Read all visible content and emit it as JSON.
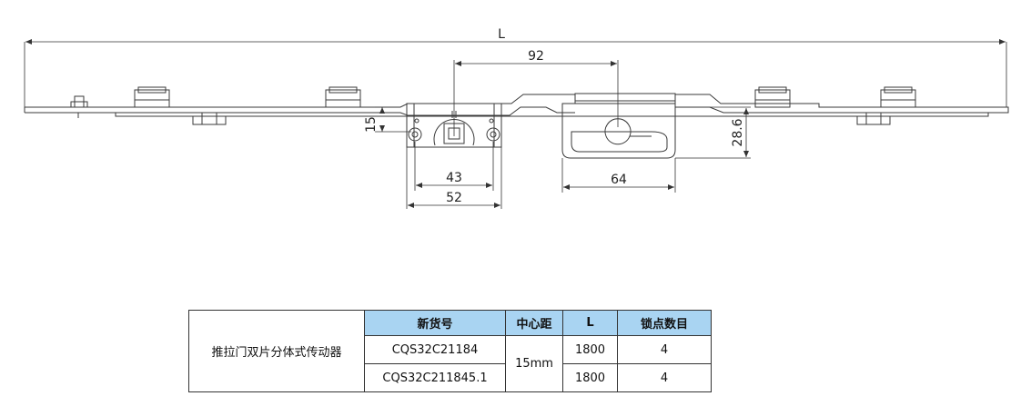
{
  "drawing": {
    "dimensions": {
      "overall_length": "L",
      "hook_to_keeper": "92",
      "backset": "15",
      "keeper_height": "28.6",
      "inner_width": "43",
      "outer_width": "52",
      "keeper_width": "64"
    }
  },
  "table": {
    "product_name": "推拉门双片分体式传动器",
    "headers": [
      "新货号",
      "中心距",
      "L",
      "锁点数目"
    ],
    "rows": [
      {
        "code": "CQS32C21184",
        "center_distance": "15mm",
        "length": "1800",
        "lock_points": "4"
      },
      {
        "code": "CQS32C211845.1",
        "center_distance": "15mm",
        "length": "1800",
        "lock_points": "4"
      }
    ]
  },
  "colors": {
    "line": "#3a3a3a",
    "header_bg": "#a9d4f2"
  }
}
